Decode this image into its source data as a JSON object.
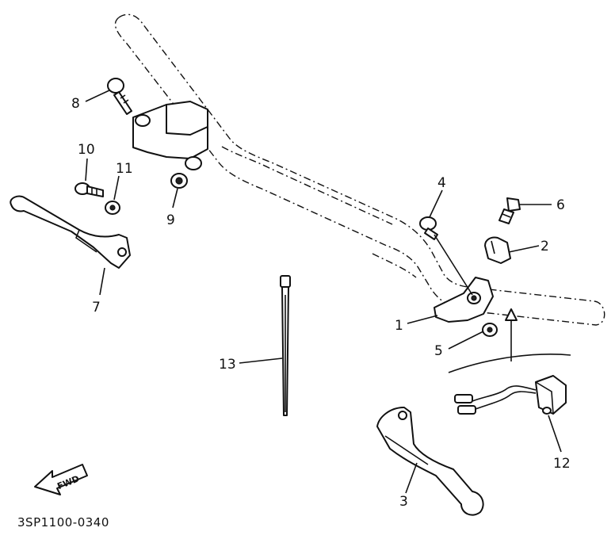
{
  "callouts": [
    {
      "id": "1",
      "label": "1"
    },
    {
      "id": "2",
      "label": "2"
    },
    {
      "id": "3",
      "label": "3"
    },
    {
      "id": "4",
      "label": "4"
    },
    {
      "id": "5",
      "label": "5"
    },
    {
      "id": "6",
      "label": "6"
    },
    {
      "id": "7",
      "label": "7"
    },
    {
      "id": "8",
      "label": "8"
    },
    {
      "id": "9",
      "label": "9"
    },
    {
      "id": "10",
      "label": "10"
    },
    {
      "id": "11",
      "label": "11"
    },
    {
      "id": "12",
      "label": "12"
    },
    {
      "id": "13",
      "label": "13"
    }
  ],
  "direction_arrow": {
    "label": "FWD"
  },
  "diagram_code": "3SP1100-0340",
  "colors": {
    "line": "#111111",
    "background": "#ffffff"
  }
}
